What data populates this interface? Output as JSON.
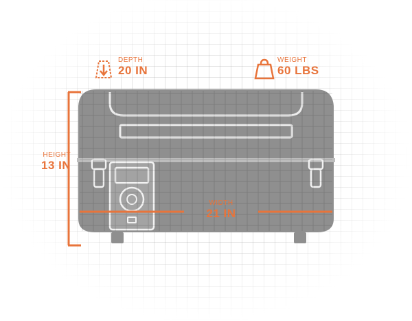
{
  "accent_color": "#e8743b",
  "body_color": "#8f8f8f",
  "dimensions": {
    "depth": {
      "label": "DEPTH",
      "value": "20 IN",
      "icon": "depth-arrow-icon"
    },
    "weight": {
      "label": "WEIGHT",
      "value": "60 LBS",
      "icon": "weight-icon"
    },
    "height": {
      "label": "HEIGHT",
      "value": "13 IN"
    },
    "width": {
      "label": "WIDTH",
      "value": "21 IN"
    }
  }
}
